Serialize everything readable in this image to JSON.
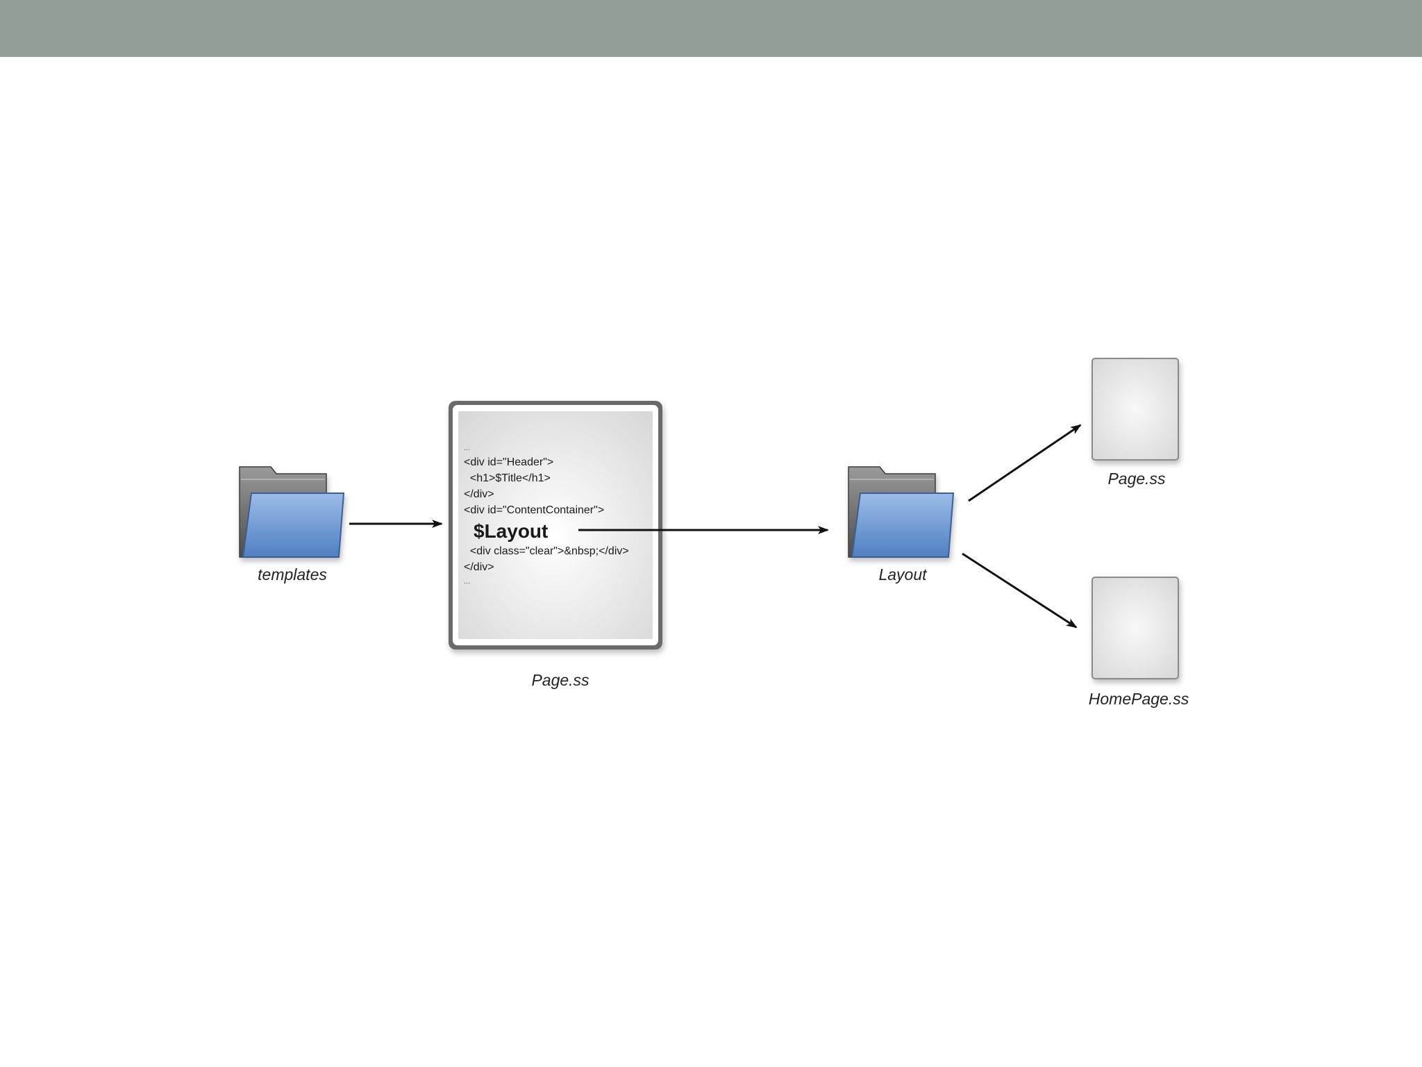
{
  "header": {
    "color": "#949e99"
  },
  "diagram": {
    "templates_folder": {
      "label": "templates",
      "icon": "folder-icon"
    },
    "page_document": {
      "label": "Page.ss",
      "icon": "document-icon",
      "code_lines": [
        "...",
        "<div id=\"Header\">",
        "  <h1>$Title</h1>",
        "</div>",
        "<div id=\"ContentContainer\">",
        "$Layout",
        "  <div class=\"clear\">&nbsp;</div>",
        "</div>",
        "..."
      ]
    },
    "layout_folder": {
      "label": "Layout",
      "icon": "folder-icon"
    },
    "page_file": {
      "label": "Page.ss",
      "icon": "file-icon"
    },
    "homepage_file": {
      "label": "HomePage.ss",
      "icon": "file-icon"
    },
    "colors": {
      "folder_front": "#6f9bd6",
      "folder_back": "#6e6e6e",
      "arrow": "#111111",
      "document_frame": "#555555"
    }
  }
}
